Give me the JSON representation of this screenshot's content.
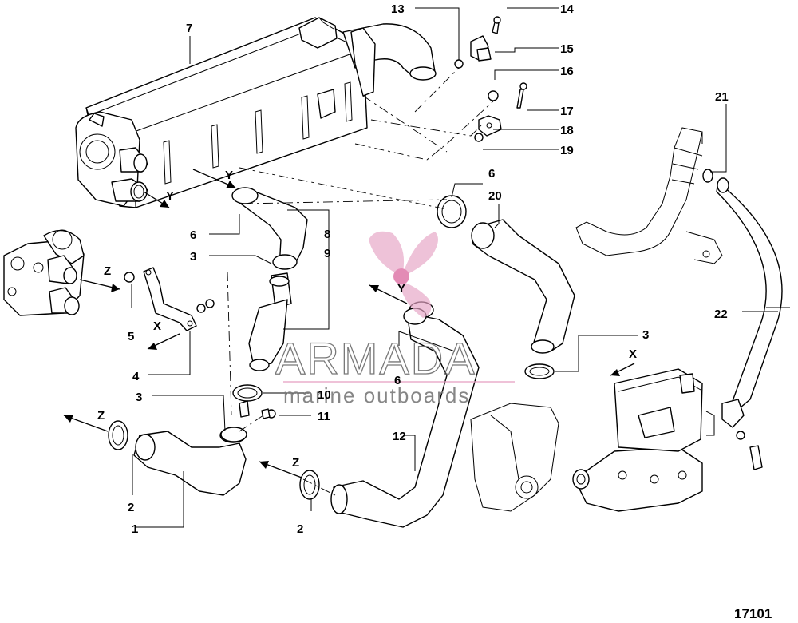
{
  "callouts": {
    "c1": "1",
    "c2a": "2",
    "c2b": "2",
    "c3a": "3",
    "c3b": "3",
    "c3c": "3",
    "c4": "4",
    "c5": "5",
    "c6a": "6",
    "c6b": "6",
    "c6c": "6",
    "c7": "7",
    "c8": "8",
    "c9": "9",
    "c10": "10",
    "c11": "11",
    "c12": "12",
    "c13": "13",
    "c14": "14",
    "c15": "15",
    "c16": "16",
    "c17": "17",
    "c18": "18",
    "c19": "19",
    "c20": "20",
    "c21": "21",
    "c22": "22"
  },
  "markers": {
    "y1": "Y",
    "y2": "Y",
    "y3": "Y",
    "x1": "X",
    "x2": "X",
    "z1": "Z",
    "z2": "Z",
    "z3": "Z"
  },
  "watermark": {
    "brand": "ARMADA",
    "tagline": "marine outboards"
  },
  "colors": {
    "line": "#000000",
    "watermark_logo": "#e7a6c6",
    "watermark_text": "#6b6b6b"
  },
  "figure_number": "17101"
}
